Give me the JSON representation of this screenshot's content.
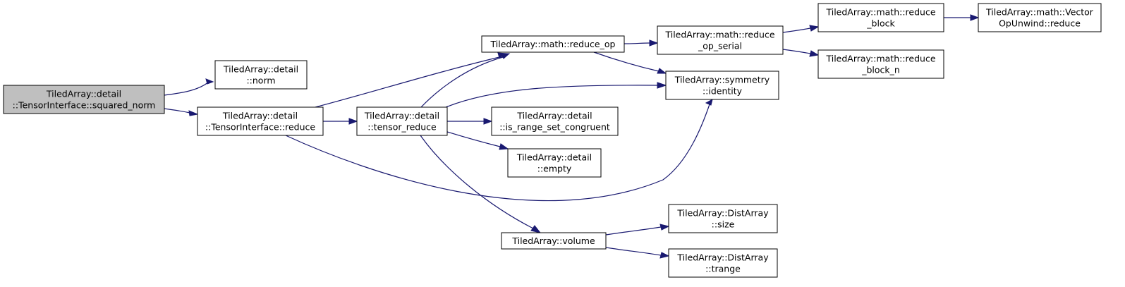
{
  "graph": {
    "colors": {
      "edge": "#191970",
      "root_fill": "#bfbfbf",
      "node_fill": "#ffffff",
      "border": "#000000"
    },
    "nodes": [
      {
        "id": "squared_norm",
        "lines": [
          "TiledArray::detail",
          "::TensorInterface::squared_norm"
        ],
        "root": true
      },
      {
        "id": "detail_norm",
        "lines": [
          "TiledArray::detail",
          "::norm"
        ]
      },
      {
        "id": "ti_reduce",
        "lines": [
          "TiledArray::detail",
          "::TensorInterface::reduce"
        ]
      },
      {
        "id": "tensor_reduce",
        "lines": [
          "TiledArray::detail",
          "::tensor_reduce"
        ]
      },
      {
        "id": "reduce_op",
        "lines": [
          "TiledArray::math::reduce_op"
        ]
      },
      {
        "id": "reduce_op_serial",
        "lines": [
          "TiledArray::math::reduce",
          "_op_serial"
        ]
      },
      {
        "id": "reduce_block",
        "lines": [
          "TiledArray::math::reduce",
          "_block"
        ]
      },
      {
        "id": "vector_op_unwind",
        "lines": [
          "TiledArray::math::Vector",
          "OpUnwind::reduce"
        ]
      },
      {
        "id": "reduce_block_n",
        "lines": [
          "TiledArray::math::reduce",
          "_block_n"
        ]
      },
      {
        "id": "sym_identity",
        "lines": [
          "TiledArray::symmetry",
          "::identity"
        ]
      },
      {
        "id": "is_range_set_congruent",
        "lines": [
          "TiledArray::detail",
          "::is_range_set_congruent"
        ]
      },
      {
        "id": "detail_empty",
        "lines": [
          "TiledArray::detail",
          "::empty"
        ]
      },
      {
        "id": "volume",
        "lines": [
          "TiledArray::volume"
        ]
      },
      {
        "id": "dist_size",
        "lines": [
          "TiledArray::DistArray",
          "::size"
        ]
      },
      {
        "id": "dist_trange",
        "lines": [
          "TiledArray::DistArray",
          "::trange"
        ]
      }
    ],
    "edges": [
      {
        "from": "squared_norm",
        "to": "detail_norm"
      },
      {
        "from": "squared_norm",
        "to": "ti_reduce"
      },
      {
        "from": "ti_reduce",
        "to": "reduce_op"
      },
      {
        "from": "ti_reduce",
        "to": "tensor_reduce"
      },
      {
        "from": "ti_reduce",
        "to": "sym_identity"
      },
      {
        "from": "tensor_reduce",
        "to": "reduce_op"
      },
      {
        "from": "tensor_reduce",
        "to": "sym_identity"
      },
      {
        "from": "tensor_reduce",
        "to": "is_range_set_congruent"
      },
      {
        "from": "tensor_reduce",
        "to": "detail_empty"
      },
      {
        "from": "tensor_reduce",
        "to": "volume"
      },
      {
        "from": "reduce_op",
        "to": "reduce_op_serial"
      },
      {
        "from": "reduce_op",
        "to": "sym_identity"
      },
      {
        "from": "reduce_op_serial",
        "to": "reduce_block"
      },
      {
        "from": "reduce_op_serial",
        "to": "reduce_block_n"
      },
      {
        "from": "reduce_block",
        "to": "vector_op_unwind"
      },
      {
        "from": "volume",
        "to": "dist_size"
      },
      {
        "from": "volume",
        "to": "dist_trange"
      }
    ]
  }
}
